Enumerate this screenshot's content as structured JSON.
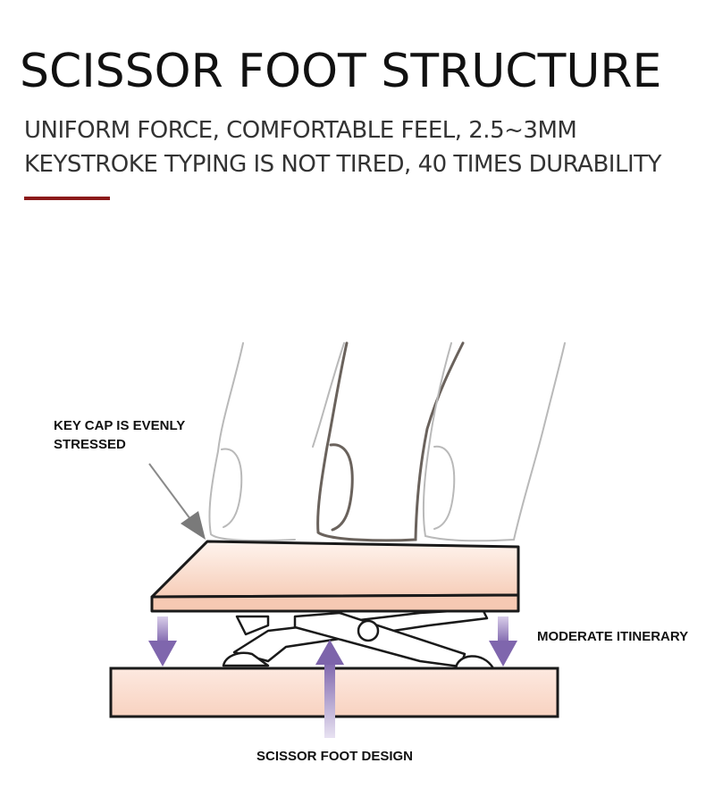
{
  "header": {
    "title": "SCISSOR FOOT STRUCTURE",
    "subtitle_line1": "UNIFORM FORCE, COMFORTABLE FEEL, 2.5~3MM",
    "subtitle_line2": "KEYSTROKE TYPING IS NOT TIRED, 40 TIMES DURABILITY"
  },
  "callouts": {
    "keycap": "KEY CAP IS EVENLY STRESSED",
    "itinerary": "MODERATE ITINERARY",
    "scissor": "SCISSOR FOOT DESIGN"
  },
  "colors": {
    "accent": "#8b1a1a",
    "arrow": "#8a72b3",
    "keycap_fill": "#f8d8c8",
    "outline": "#1a1a1a"
  }
}
